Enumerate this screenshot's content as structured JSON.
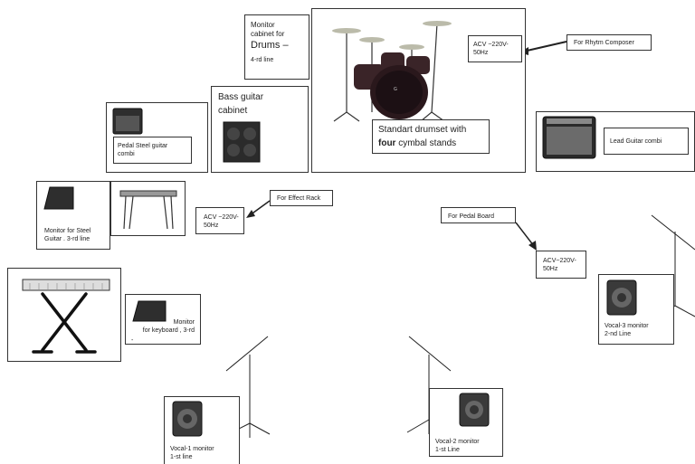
{
  "drums_monitor": {
    "line1": "Monitor",
    "line2": "cabinet for",
    "line3": "Drums –",
    "line4": "4-rd line"
  },
  "drumset": {
    "line1": "Standart drumset with",
    "bold": "four",
    "rest": " cymbal stands"
  },
  "drum_power": "ACV ~220V-\n50Hz",
  "rhythm_composer": "For Rhytm Composer",
  "bass_cabinet": {
    "line1": "Bass guitar",
    "line2": "cabinet"
  },
  "pedal_steel_combi": "Pedal Steel guitar\ncombi",
  "lead_guitar": "Lead Guitar combi",
  "steel_monitor": "Monitor for Steel\nGuitar . 3-rd line",
  "effect_rack": "For Effect Rack",
  "effect_power": "ACV ~220V-\n50Hz",
  "pedal_board": "For Pedal Board",
  "pedal_power": "ACV~220V-\n50Hz",
  "keyboard_monitor": "Monitor\nfor keyboard , 3-rd",
  "keyboard_dash": "-",
  "vocal3": "Vocal-3 monitor\n2-nd Line",
  "vocal1": "Vocal-1 monitor\n1-st line",
  "vocal2": "Vocal-2 monitor\n1-st Line",
  "colors": {
    "line": "#222222",
    "device": "#3a3a3a",
    "amp_grille": "#555555"
  }
}
